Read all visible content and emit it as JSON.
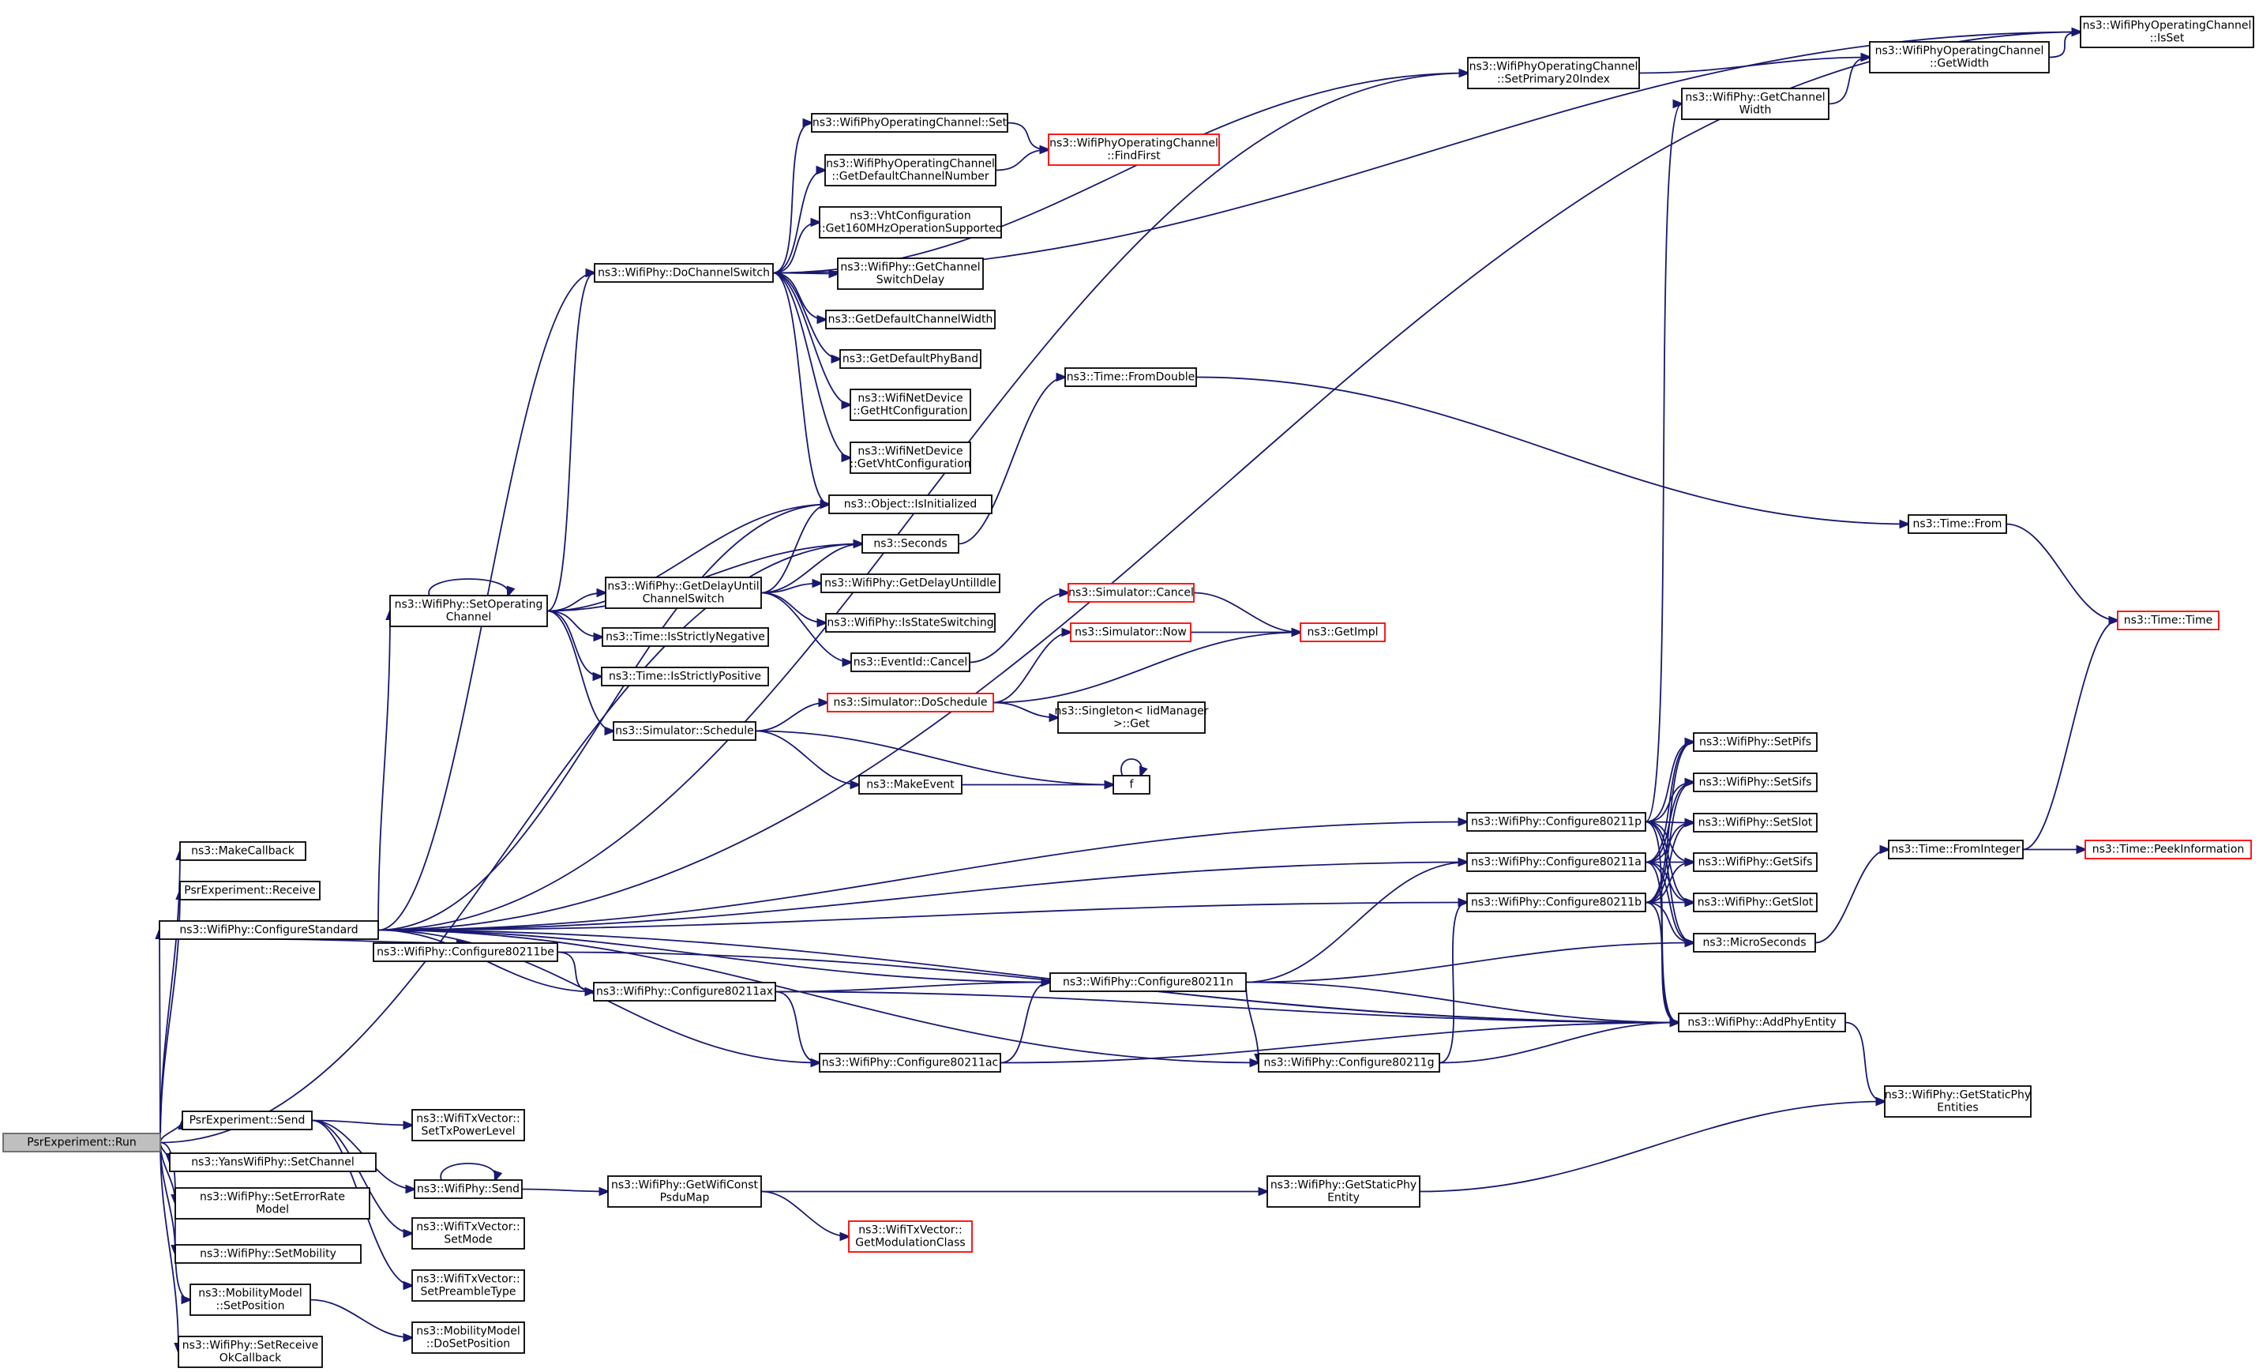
{
  "diagram": {
    "type": "call-graph",
    "nodes": [
      {
        "id": "n0",
        "lines": [
          "PsrExperiment::Run"
        ],
        "root": true
      },
      {
        "id": "n1",
        "lines": [
          "ns3::MakeCallback"
        ]
      },
      {
        "id": "n2",
        "lines": [
          "PsrExperiment::Receive"
        ]
      },
      {
        "id": "n3",
        "lines": [
          "ns3::WifiPhy::ConfigureStandard"
        ]
      },
      {
        "id": "n4",
        "lines": [
          "PsrExperiment::Send"
        ]
      },
      {
        "id": "n5",
        "lines": [
          "ns3::YansWifiPhy::SetChannel"
        ]
      },
      {
        "id": "n6",
        "lines": [
          "ns3::WifiPhy::SetErrorRate",
          "Model"
        ]
      },
      {
        "id": "n7",
        "lines": [
          "ns3::WifiPhy::SetMobility"
        ]
      },
      {
        "id": "n8",
        "lines": [
          "ns3::MobilityModel",
          "::SetPosition"
        ]
      },
      {
        "id": "n9",
        "lines": [
          "ns3::WifiPhy::SetReceive",
          "OkCallback"
        ]
      },
      {
        "id": "n10",
        "lines": [
          "ns3::WifiPhy::SetOperating",
          "Channel"
        ]
      },
      {
        "id": "n11",
        "lines": [
          "ns3::WifiPhy::Configure80211be"
        ]
      },
      {
        "id": "n12",
        "lines": [
          "ns3::WifiPhy::DoChannelSwitch"
        ]
      },
      {
        "id": "n13",
        "lines": [
          "ns3::WifiPhy::GetDelayUntil",
          "ChannelSwitch"
        ]
      },
      {
        "id": "n14",
        "lines": [
          "ns3::Time::IsStrictlyNegative"
        ]
      },
      {
        "id": "n15",
        "lines": [
          "ns3::Time::IsStrictlyPositive"
        ]
      },
      {
        "id": "n16",
        "lines": [
          "ns3::Simulator::Schedule"
        ]
      },
      {
        "id": "n17",
        "lines": [
          "ns3::WifiPhy::Configure80211ax"
        ]
      },
      {
        "id": "n18",
        "lines": [
          "ns3::WifiTxVector::",
          "SetTxPowerLevel"
        ]
      },
      {
        "id": "n19",
        "lines": [
          "ns3::WifiPhy::Send"
        ]
      },
      {
        "id": "n20",
        "lines": [
          "ns3::WifiTxVector::",
          "SetMode"
        ]
      },
      {
        "id": "n21",
        "lines": [
          "ns3::WifiTxVector::",
          "SetPreambleType"
        ]
      },
      {
        "id": "n22",
        "lines": [
          "ns3::MobilityModel",
          "::DoSetPosition"
        ]
      },
      {
        "id": "n23",
        "lines": [
          "ns3::WifiPhyOperatingChannel::Set"
        ]
      },
      {
        "id": "n24",
        "lines": [
          "ns3::WifiPhyOperatingChannel",
          "::GetDefaultChannelNumber"
        ]
      },
      {
        "id": "n25",
        "lines": [
          "ns3::VhtConfiguration",
          "::Get160MHzOperationSupported"
        ]
      },
      {
        "id": "n26",
        "lines": [
          "ns3::WifiPhy::GetChannel",
          "SwitchDelay"
        ]
      },
      {
        "id": "n27",
        "lines": [
          "ns3::GetDefaultChannelWidth"
        ]
      },
      {
        "id": "n28",
        "lines": [
          "ns3::GetDefaultPhyBand"
        ]
      },
      {
        "id": "n29",
        "lines": [
          "ns3::WifiNetDevice",
          "::GetHtConfiguration"
        ]
      },
      {
        "id": "n30",
        "lines": [
          "ns3::WifiNetDevice",
          "::GetVhtConfiguration"
        ]
      },
      {
        "id": "n31",
        "lines": [
          "ns3::Object::IsInitialized"
        ]
      },
      {
        "id": "n32",
        "lines": [
          "ns3::Seconds"
        ]
      },
      {
        "id": "n33",
        "lines": [
          "ns3::WifiPhy::GetDelayUntilIdle"
        ]
      },
      {
        "id": "n34",
        "lines": [
          "ns3::WifiPhy::IsStateSwitching"
        ]
      },
      {
        "id": "n35",
        "lines": [
          "ns3::EventId::Cancel"
        ]
      },
      {
        "id": "n36",
        "lines": [
          "ns3::Simulator::DoSchedule"
        ],
        "truncated": true
      },
      {
        "id": "n37",
        "lines": [
          "ns3::MakeEvent"
        ]
      },
      {
        "id": "n38",
        "lines": [
          "ns3::WifiPhy::Configure80211ac"
        ]
      },
      {
        "id": "n39",
        "lines": [
          "ns3::WifiPhy::GetWifiConst",
          "PsduMap"
        ]
      },
      {
        "id": "n40",
        "lines": [
          "ns3::WifiTxVector::",
          "GetModulationClass"
        ],
        "truncated": true
      },
      {
        "id": "n41",
        "lines": [
          "ns3::WifiPhyOperatingChannel",
          "::FindFirst"
        ],
        "truncated": true
      },
      {
        "id": "n42",
        "lines": [
          "ns3::Time::FromDouble"
        ]
      },
      {
        "id": "n43",
        "lines": [
          "ns3::Simulator::Cancel"
        ],
        "truncated": true
      },
      {
        "id": "n44",
        "lines": [
          "ns3::Simulator::Now"
        ],
        "truncated": true
      },
      {
        "id": "n45",
        "lines": [
          "ns3::Singleton< IidManager",
          " >::Get"
        ]
      },
      {
        "id": "n46",
        "lines": [
          "f"
        ]
      },
      {
        "id": "n47",
        "lines": [
          "ns3::GetImpl"
        ],
        "truncated": true
      },
      {
        "id": "n48",
        "lines": [
          "ns3::WifiPhy::Configure80211n"
        ]
      },
      {
        "id": "n49",
        "lines": [
          "ns3::WifiPhy::Configure80211g"
        ]
      },
      {
        "id": "n50",
        "lines": [
          "ns3::WifiPhy::GetStaticPhy",
          "Entity"
        ]
      },
      {
        "id": "n51",
        "lines": [
          "ns3::WifiPhyOperatingChannel",
          "::SetPrimary20Index"
        ]
      },
      {
        "id": "n52",
        "lines": [
          "ns3::WifiPhy::Configure80211p"
        ]
      },
      {
        "id": "n53",
        "lines": [
          "ns3::WifiPhy::Configure80211a"
        ]
      },
      {
        "id": "n54",
        "lines": [
          "ns3::WifiPhy::Configure80211b"
        ]
      },
      {
        "id": "n55",
        "lines": [
          "ns3::WifiPhy::GetChannel",
          "Width"
        ]
      },
      {
        "id": "n56",
        "lines": [
          "ns3::WifiPhy::SetPifs"
        ]
      },
      {
        "id": "n57",
        "lines": [
          "ns3::WifiPhy::SetSifs"
        ]
      },
      {
        "id": "n58",
        "lines": [
          "ns3::WifiPhy::SetSlot"
        ]
      },
      {
        "id": "n59",
        "lines": [
          "ns3::WifiPhy::GetSifs"
        ]
      },
      {
        "id": "n60",
        "lines": [
          "ns3::WifiPhy::GetSlot"
        ]
      },
      {
        "id": "n61",
        "lines": [
          "ns3::MicroSeconds"
        ]
      },
      {
        "id": "n62",
        "lines": [
          "ns3::WifiPhy::AddPhyEntity"
        ]
      },
      {
        "id": "n63",
        "lines": [
          "ns3::WifiPhy::GetStaticPhy",
          "Entities"
        ]
      },
      {
        "id": "n64",
        "lines": [
          "ns3::WifiPhyOperatingChannel",
          "::GetWidth"
        ]
      },
      {
        "id": "n65",
        "lines": [
          "ns3::Time::From"
        ]
      },
      {
        "id": "n66",
        "lines": [
          "ns3::Time::FromInteger"
        ]
      },
      {
        "id": "n67",
        "lines": [
          "ns3::WifiPhyOperatingChannel",
          "::IsSet"
        ]
      },
      {
        "id": "n68",
        "lines": [
          "ns3::Time::Time"
        ],
        "truncated": true
      },
      {
        "id": "n69",
        "lines": [
          "ns3::Time::PeekInformation"
        ],
        "truncated": true
      }
    ],
    "edges": [
      {
        "from": "n0",
        "to": "n1"
      },
      {
        "from": "n0",
        "to": "n2"
      },
      {
        "from": "n0",
        "to": "n3"
      },
      {
        "from": "n0",
        "to": "n4"
      },
      {
        "from": "n0",
        "to": "n5"
      },
      {
        "from": "n0",
        "to": "n6"
      },
      {
        "from": "n0",
        "to": "n7"
      },
      {
        "from": "n0",
        "to": "n8"
      },
      {
        "from": "n0",
        "to": "n9"
      },
      {
        "from": "n0",
        "to": "n32"
      },
      {
        "from": "n3",
        "to": "n10"
      },
      {
        "from": "n3",
        "to": "n11"
      },
      {
        "from": "n3",
        "to": "n17"
      },
      {
        "from": "n3",
        "to": "n38"
      },
      {
        "from": "n3",
        "to": "n48"
      },
      {
        "from": "n3",
        "to": "n49"
      },
      {
        "from": "n3",
        "to": "n52"
      },
      {
        "from": "n3",
        "to": "n53"
      },
      {
        "from": "n3",
        "to": "n54"
      },
      {
        "from": "n3",
        "to": "n12"
      },
      {
        "from": "n3",
        "to": "n31"
      },
      {
        "from": "n3",
        "to": "n51"
      },
      {
        "from": "n3",
        "to": "n67"
      },
      {
        "from": "n3",
        "to": "n62"
      },
      {
        "from": "n4",
        "to": "n18"
      },
      {
        "from": "n4",
        "to": "n19"
      },
      {
        "from": "n4",
        "to": "n20"
      },
      {
        "from": "n4",
        "to": "n21"
      },
      {
        "from": "n8",
        "to": "n22"
      },
      {
        "from": "n10",
        "to": "n10"
      },
      {
        "from": "n10",
        "to": "n12"
      },
      {
        "from": "n10",
        "to": "n13"
      },
      {
        "from": "n10",
        "to": "n14"
      },
      {
        "from": "n10",
        "to": "n15"
      },
      {
        "from": "n10",
        "to": "n16"
      },
      {
        "from": "n10",
        "to": "n31"
      },
      {
        "from": "n10",
        "to": "n32"
      },
      {
        "from": "n11",
        "to": "n17"
      },
      {
        "from": "n11",
        "to": "n62"
      },
      {
        "from": "n12",
        "to": "n23"
      },
      {
        "from": "n12",
        "to": "n24"
      },
      {
        "from": "n12",
        "to": "n25"
      },
      {
        "from": "n12",
        "to": "n26"
      },
      {
        "from": "n12",
        "to": "n27"
      },
      {
        "from": "n12",
        "to": "n28"
      },
      {
        "from": "n12",
        "to": "n29"
      },
      {
        "from": "n12",
        "to": "n30"
      },
      {
        "from": "n12",
        "to": "n31"
      },
      {
        "from": "n12",
        "to": "n51"
      },
      {
        "from": "n12",
        "to": "n67"
      },
      {
        "from": "n13",
        "to": "n31"
      },
      {
        "from": "n13",
        "to": "n32"
      },
      {
        "from": "n13",
        "to": "n33"
      },
      {
        "from": "n13",
        "to": "n34"
      },
      {
        "from": "n13",
        "to": "n35"
      },
      {
        "from": "n16",
        "to": "n36"
      },
      {
        "from": "n16",
        "to": "n37"
      },
      {
        "from": "n16",
        "to": "n46"
      },
      {
        "from": "n17",
        "to": "n38"
      },
      {
        "from": "n17",
        "to": "n48"
      },
      {
        "from": "n17",
        "to": "n62"
      },
      {
        "from": "n19",
        "to": "n19"
      },
      {
        "from": "n19",
        "to": "n39"
      },
      {
        "from": "n23",
        "to": "n41"
      },
      {
        "from": "n24",
        "to": "n41"
      },
      {
        "from": "n32",
        "to": "n42"
      },
      {
        "from": "n35",
        "to": "n43"
      },
      {
        "from": "n36",
        "to": "n44"
      },
      {
        "from": "n36",
        "to": "n45"
      },
      {
        "from": "n36",
        "to": "n47"
      },
      {
        "from": "n37",
        "to": "n46"
      },
      {
        "from": "n38",
        "to": "n48"
      },
      {
        "from": "n38",
        "to": "n62"
      },
      {
        "from": "n39",
        "to": "n40"
      },
      {
        "from": "n39",
        "to": "n50"
      },
      {
        "from": "n42",
        "to": "n65"
      },
      {
        "from": "n43",
        "to": "n47"
      },
      {
        "from": "n44",
        "to": "n47"
      },
      {
        "from": "n46",
        "to": "n46"
      },
      {
        "from": "n48",
        "to": "n53"
      },
      {
        "from": "n48",
        "to": "n49"
      },
      {
        "from": "n48",
        "to": "n61"
      },
      {
        "from": "n48",
        "to": "n62"
      },
      {
        "from": "n49",
        "to": "n54"
      },
      {
        "from": "n49",
        "to": "n62"
      },
      {
        "from": "n50",
        "to": "n63"
      },
      {
        "from": "n51",
        "to": "n64"
      },
      {
        "from": "n52",
        "to": "n55"
      },
      {
        "from": "n52",
        "to": "n56"
      },
      {
        "from": "n52",
        "to": "n57"
      },
      {
        "from": "n52",
        "to": "n58"
      },
      {
        "from": "n52",
        "to": "n59"
      },
      {
        "from": "n52",
        "to": "n60"
      },
      {
        "from": "n52",
        "to": "n61"
      },
      {
        "from": "n52",
        "to": "n62"
      },
      {
        "from": "n53",
        "to": "n56"
      },
      {
        "from": "n53",
        "to": "n57"
      },
      {
        "from": "n53",
        "to": "n58"
      },
      {
        "from": "n53",
        "to": "n59"
      },
      {
        "from": "n53",
        "to": "n60"
      },
      {
        "from": "n53",
        "to": "n61"
      },
      {
        "from": "n53",
        "to": "n62"
      },
      {
        "from": "n54",
        "to": "n56"
      },
      {
        "from": "n54",
        "to": "n57"
      },
      {
        "from": "n54",
        "to": "n58"
      },
      {
        "from": "n54",
        "to": "n59"
      },
      {
        "from": "n54",
        "to": "n60"
      },
      {
        "from": "n54",
        "to": "n61"
      },
      {
        "from": "n54",
        "to": "n62"
      },
      {
        "from": "n55",
        "to": "n64"
      },
      {
        "from": "n61",
        "to": "n66"
      },
      {
        "from": "n62",
        "to": "n63"
      },
      {
        "from": "n64",
        "to": "n67"
      },
      {
        "from": "n65",
        "to": "n68"
      },
      {
        "from": "n66",
        "to": "n68"
      },
      {
        "from": "n66",
        "to": "n69"
      }
    ]
  }
}
